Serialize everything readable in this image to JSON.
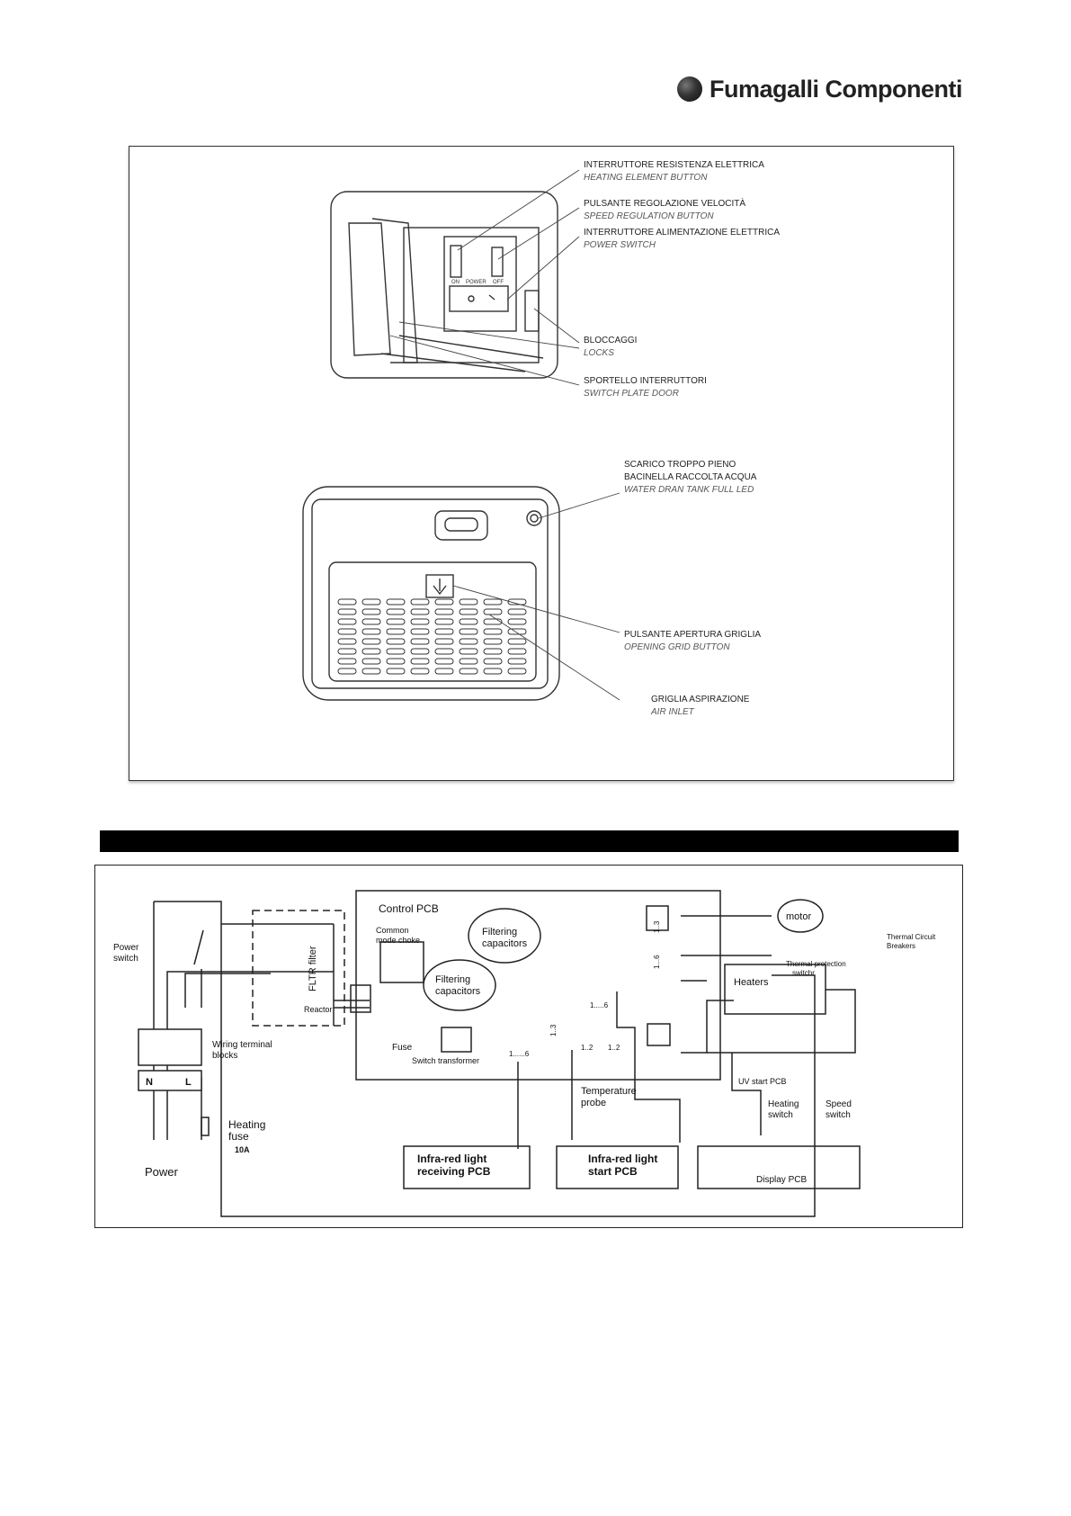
{
  "header": {
    "brand": "Fumagalli Componenti"
  },
  "figure1": {
    "labels": {
      "heating_it": "INTERRUTTORE RESISTENZA ELETTRICA",
      "heating_en": "HEATING ELEMENT BUTTON",
      "speed_it": "PULSANTE REGOLAZIONE VELOCITÀ",
      "speed_en": "SPEED REGULATION BUTTON",
      "power_it": "INTERRUTTORE ALIMENTAZIONE ELETTRICA",
      "power_en": "POWER SWITCH",
      "locks_it": "BLOCCAGGI",
      "locks_en": "LOCKS",
      "door_it": "SPORTELLO INTERRUTTORI",
      "door_en": "SWITCH PLATE DOOR",
      "drain_it1": "SCARICO TROPPO PIENO",
      "drain_it2": "BACINELLA RACCOLTA ACQUA",
      "drain_en": "WATER DRAN TANK FULL LED",
      "grid_btn_it": "PULSANTE APERTURA GRIGLIA",
      "grid_btn_en": "OPENING GRID BUTTON",
      "inlet_it": "GRIGLIA ASPIRAZIONE",
      "inlet_en": "AIR INLET",
      "switch_on": "ON",
      "switch_power": "POWER",
      "switch_off": "OFF"
    }
  },
  "figure2": {
    "labels": {
      "control_pcb": "Control PCB",
      "common_mode_1": "Common",
      "common_mode_2": "mode choke",
      "filter_cap_a1": "Filtering",
      "filter_cap_a2": "capacitors",
      "filter_cap_b1": "Filtering",
      "filter_cap_b2": "capacitors",
      "fltr_filter": "FLTR filter",
      "reactor": "Reactor",
      "fuse": "Fuse",
      "switch_transformer": "Switch transformer",
      "power_switch_1": "Power",
      "power_switch_2": "switch",
      "wiring_1": "Wiring terminal",
      "wiring_2": "blocks",
      "terminal_n": "N",
      "terminal_l": "L",
      "heating_fuse_1": "Heating",
      "heating_fuse_2": "fuse",
      "heating_fuse_3": "10A",
      "power": "Power",
      "motor": "motor",
      "heaters": "Heaters",
      "thermal_prot_1": "Thermal protection",
      "thermal_prot_2": "switchr",
      "thermal_cb_1": "Thermal Circuit",
      "thermal_cb_2": "Breakers",
      "temp_probe_1": "Temperature",
      "temp_probe_2": "probe",
      "ir_recv_1": "Infra-red light",
      "ir_recv_2": "receiving PCB",
      "ir_start_1": "Infra-red light",
      "ir_start_2": "start PCB",
      "display_pcb": "Display PCB",
      "uv_start": "UV start PCB",
      "heating_switch_1": "Heating",
      "heating_switch_2": "switch",
      "speed_switch_1": "Speed",
      "speed_switch_2": "switch",
      "conn_13a": "1..3",
      "conn_16a": "1...6",
      "conn_16b": "1......6",
      "conn_13b": "1..3",
      "conn_12a": "1..2",
      "conn_12b": "1..2",
      "conn_16c": "1.....6"
    }
  }
}
